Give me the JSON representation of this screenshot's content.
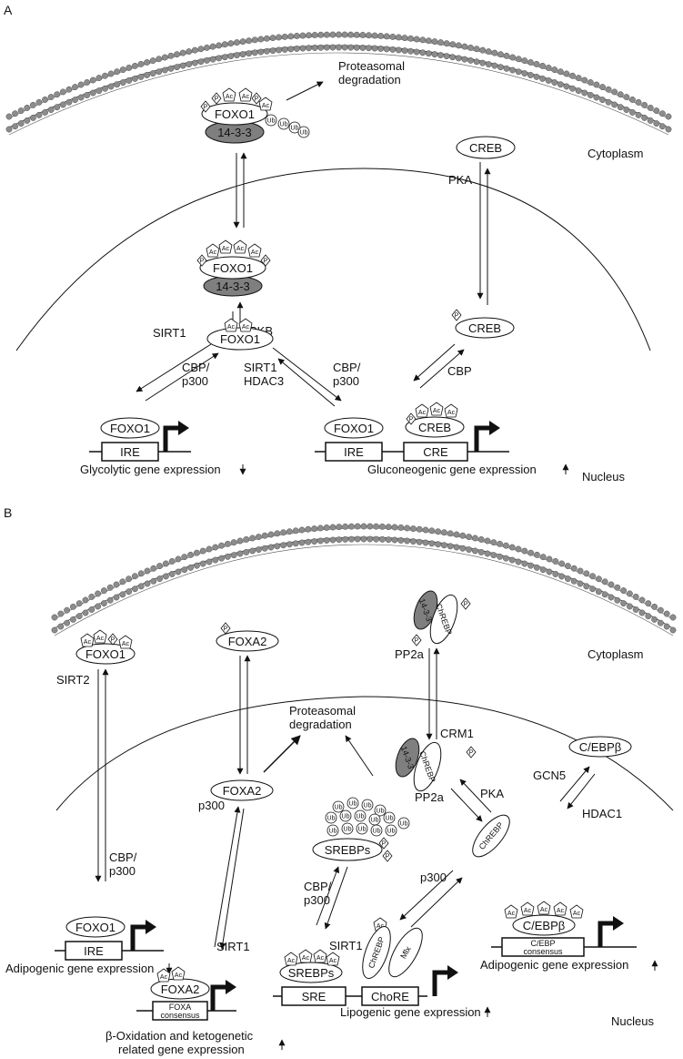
{
  "panel_a": {
    "label": "A",
    "cytoplasm": "Cytoplasm",
    "nucleus": "Nucleus",
    "proteasomal": [
      "Proteasomal",
      "degradation"
    ],
    "foxo1": "FOXO1",
    "p1433": "14-3-3",
    "ub": "Ub",
    "ac": "Ac",
    "p": "P",
    "creb": "CREB",
    "pka": "PKA",
    "pkb": "PKB",
    "sirt1": "SIRT1",
    "cbp_p300": [
      "CBP/",
      "p300"
    ],
    "sirt1_hdac3": [
      "SIRT1",
      "HDAC3"
    ],
    "cbp": "CBP",
    "ire": "IRE",
    "cre": "CRE",
    "glycolytic": "Glycolytic gene expression",
    "gluconeogenic": "Gluconeogenic gene expression"
  },
  "panel_b": {
    "label": "B",
    "cytoplasm": "Cytoplasm",
    "nucleus": "Nucleus",
    "proteasomal": [
      "Proteasomal",
      "degradation"
    ],
    "foxo1": "FOXO1",
    "foxa2": "FOXA2",
    "chrebp": "ChREBP",
    "p1433": "14-3-3",
    "srebps": "SREBPs",
    "cebpb": "C/EBPβ",
    "mlx": "Mlx",
    "sirt2": "SIRT2",
    "sirt1": "SIRT1",
    "cbp_p300": [
      "CBP/",
      "p300"
    ],
    "p300": "p300",
    "pp2a": "PP2a",
    "crm1": "CRM1",
    "pka": "PKA",
    "gcn5": "GCN5",
    "hdac1": "HDAC1",
    "ire": "IRE",
    "sre": "SRE",
    "chore": "ChoRE",
    "foxa_consensus": [
      "FOXA",
      "consensus"
    ],
    "cebp_consensus": [
      "C/EBP",
      "consensus"
    ],
    "adipogenic": "Adipogenic gene expression",
    "lipogenic": "Lipogenic gene expression",
    "beta_ox": [
      "β-Oxidation and ketogenetic",
      "related gene expression"
    ],
    "ub": "Ub",
    "ac": "Ac",
    "p": "P"
  },
  "colors": {
    "membrane_bead": "#8c8c8c",
    "dark_oval": "#7f7f7f",
    "line": "#111111"
  }
}
